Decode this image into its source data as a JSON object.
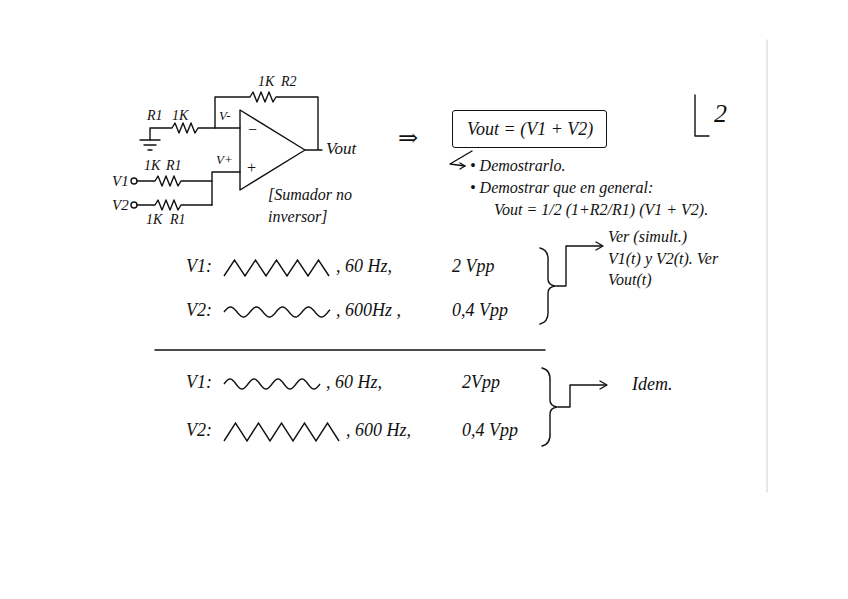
{
  "diagram": {
    "nodes": [
      {
        "text": [
          "Vout = (V1 + V2)"
        ]
      }
    ],
    "labels": [
      "1K",
      "R2",
      "R1",
      "1K",
      "V-",
      "1K",
      "R1",
      "V+",
      "V1",
      "V2",
      "1K",
      "R1",
      "−",
      "+",
      "Vout",
      "⇒",
      "[Sumador no inversor]",
      "2",
      "• Demostrarlo.",
      "• Demostrar que en general:",
      "Vout = 1/2 (1+R2/R1) (V1 + V2).",
      "V1:",
      ", 60 Hz,",
      "2 Vpp",
      "V2:",
      ", 600Hz ,",
      "0,4 Vpp",
      "Ver (simult.) V1(t) y V2(t). Ver Vout(t)",
      "V1:",
      ", 60 Hz,",
      "2Vpp",
      "V2:",
      ", 600 Hz,",
      "0,4 Vpp",
      "Idem."
    ]
  }
}
